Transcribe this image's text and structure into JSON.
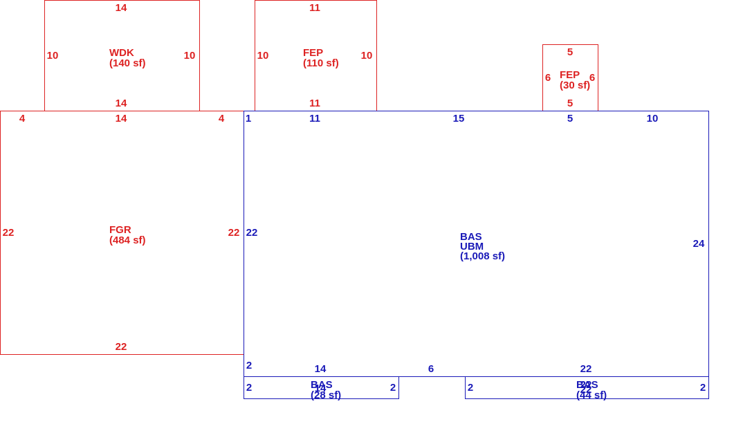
{
  "colors": {
    "red": "#dd2222",
    "blue": "#1a1ab8",
    "background": "#ffffff"
  },
  "areas": {
    "wdk": {
      "code": "WDK",
      "area": "(140 sf)",
      "dims": {
        "top": "14",
        "bottom": "14",
        "left": "10",
        "right": "10"
      }
    },
    "fep_large": {
      "code": "FEP",
      "area": "(110 sf)",
      "dims": {
        "top": "11",
        "bottom": "11",
        "left": "10",
        "right": "10"
      }
    },
    "fep_small": {
      "code": "FEP",
      "area": "(30 sf)",
      "dims": {
        "top": "5",
        "bottom": "5",
        "left": "6",
        "right": "6"
      }
    },
    "fgr": {
      "code": "FGR",
      "area": "(484 sf)",
      "dims": {
        "top": "14",
        "top_left": "4",
        "top_right": "4",
        "left": "22",
        "right": "22",
        "bottom": "22"
      }
    },
    "bas_main": {
      "code": "BAS",
      "code2": "UBM",
      "area": "(1,008 sf)",
      "dims": {
        "top_1": "1",
        "top_11": "11",
        "top_15": "15",
        "top_5": "5",
        "top_10": "10",
        "left": "22",
        "right": "24",
        "bottom_left": "2",
        "bottom_14": "14",
        "bottom_6": "6",
        "bottom_22": "22"
      }
    },
    "bas_small_left": {
      "code": "BAS",
      "area": "(28 sf)",
      "overlap": "14",
      "dims": {
        "left": "2",
        "right": "2"
      }
    },
    "bas_small_right": {
      "code": "BAS",
      "area": "(44 sf)",
      "overlap_top": "22",
      "overlap_bottom": "22",
      "dims": {
        "left": "2",
        "right": "2"
      }
    }
  }
}
